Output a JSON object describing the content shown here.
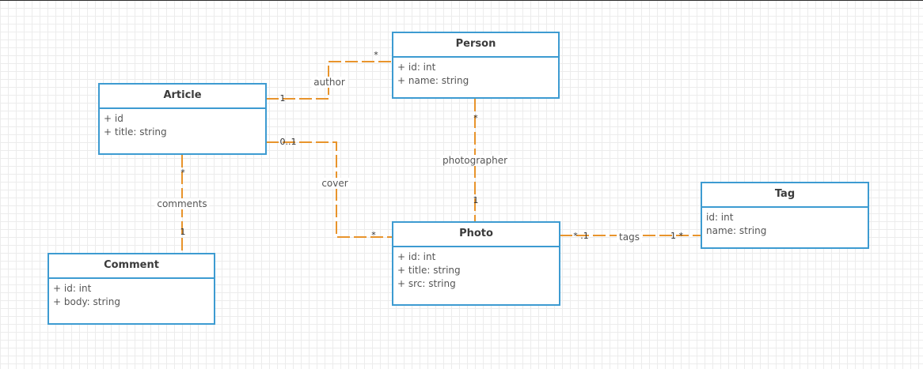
{
  "colors": {
    "class_border": "#3d9bd1",
    "association_line": "#e8942c",
    "grid": "#ececec"
  },
  "classes": {
    "person": {
      "name": "Person",
      "attributes": [
        "+ id: int",
        "+ name: string"
      ]
    },
    "article": {
      "name": "Article",
      "attributes": [
        "+ id",
        "+ title: string"
      ]
    },
    "comment": {
      "name": "Comment",
      "attributes": [
        "+ id: int",
        "+ body: string"
      ]
    },
    "photo": {
      "name": "Photo",
      "attributes": [
        "+ id: int",
        "+ title: string",
        "+ src: string"
      ]
    },
    "tag": {
      "name": "Tag",
      "attributes": [
        "id: int",
        "name: string"
      ]
    }
  },
  "associations": {
    "author": {
      "label": "author",
      "end_article": "1",
      "end_person": "*"
    },
    "cover": {
      "label": "cover",
      "end_article": "0..1",
      "end_photo": "*"
    },
    "comments": {
      "label": "comments",
      "end_article": "*",
      "end_comment": "1"
    },
    "photographer": {
      "label": "photographer",
      "end_person": "*",
      "end_photo": "1"
    },
    "tags": {
      "label": "tags",
      "end_photo": "* .1",
      "end_tag": "1 *"
    }
  }
}
